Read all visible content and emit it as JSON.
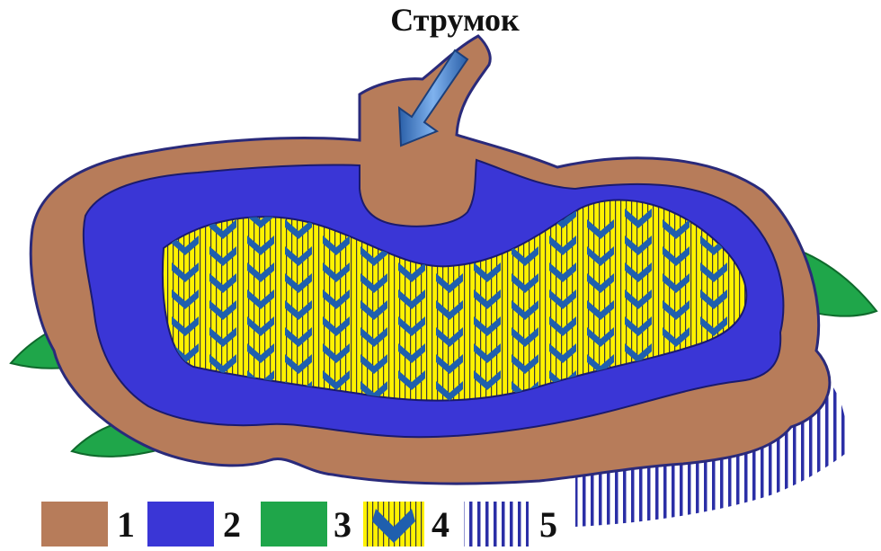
{
  "title": "Струмок",
  "colors": {
    "zone1": "#b77c5a",
    "zone2": "#3a36d6",
    "zone3": "#1fa64a",
    "zone4_fill": "#fff200",
    "zone4_chevron": "#1f5fae",
    "zone5_lines": "#2b2fa6",
    "outline": "#1a1a6e",
    "arrow": "#3b78c8"
  },
  "legend": [
    {
      "label": "1",
      "kind": "zone1"
    },
    {
      "label": "2",
      "kind": "zone2"
    },
    {
      "label": "3",
      "kind": "zone3"
    },
    {
      "label": "4",
      "kind": "zone4"
    },
    {
      "label": "5",
      "kind": "zone5"
    }
  ]
}
